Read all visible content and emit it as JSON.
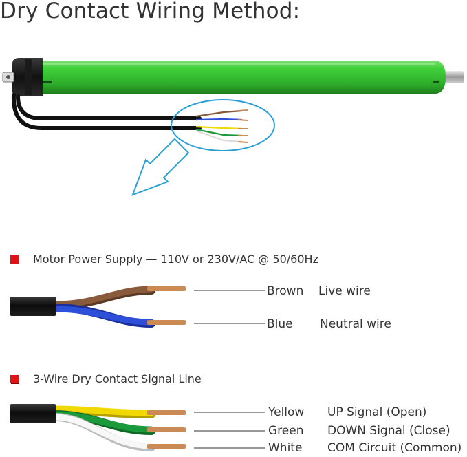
{
  "title": "Dry Contact Wiring Method:",
  "colors": {
    "motor_green": "#3fcf3a",
    "motor_green_dark": "#1f8f1c",
    "accent_blue": "#2a9fd6",
    "bullet_red": "#e01414",
    "brown": "#8a5a3c",
    "blue": "#2e4fd8",
    "yellow": "#f0d800",
    "green": "#1a9a3a",
    "white": "#f4f4f4",
    "copper": "#c98a55"
  },
  "icons": {
    "motor": "tubular-motor-illustration",
    "callout": "zoom-callout-arrow",
    "bullet": "red-square-bullet"
  },
  "power_section": {
    "heading": "Motor Power Supply — 110V or 230V/AC @ 50/60Hz",
    "wires": [
      {
        "color_name": "Brown",
        "function": "Live wire"
      },
      {
        "color_name": "Blue",
        "function": "Neutral wire"
      }
    ]
  },
  "signal_section": {
    "heading": "3-Wire Dry Contact Signal Line",
    "wires": [
      {
        "color_name": "Yellow",
        "function": "UP Signal (Open)"
      },
      {
        "color_name": "Green",
        "function": "DOWN Signal (Close)"
      },
      {
        "color_name": "White",
        "function": "COM Circuit (Common)"
      }
    ]
  }
}
